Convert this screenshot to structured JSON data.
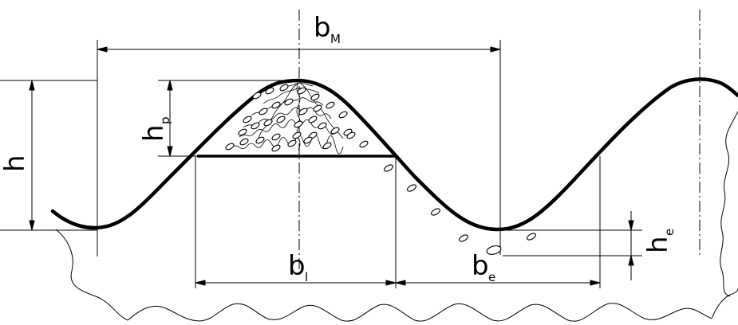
{
  "labels": {
    "bm_main": "b",
    "bm_sub": "M",
    "h_main": "h",
    "hp_main": "h",
    "hp_sub": "p",
    "bl_main": "b",
    "bl_sub": "l",
    "be_main": "b",
    "be_sub": "e",
    "he_main": "h",
    "he_sub": "e"
  },
  "colors": {
    "stroke": "#000000",
    "background": "#ffffff"
  }
}
